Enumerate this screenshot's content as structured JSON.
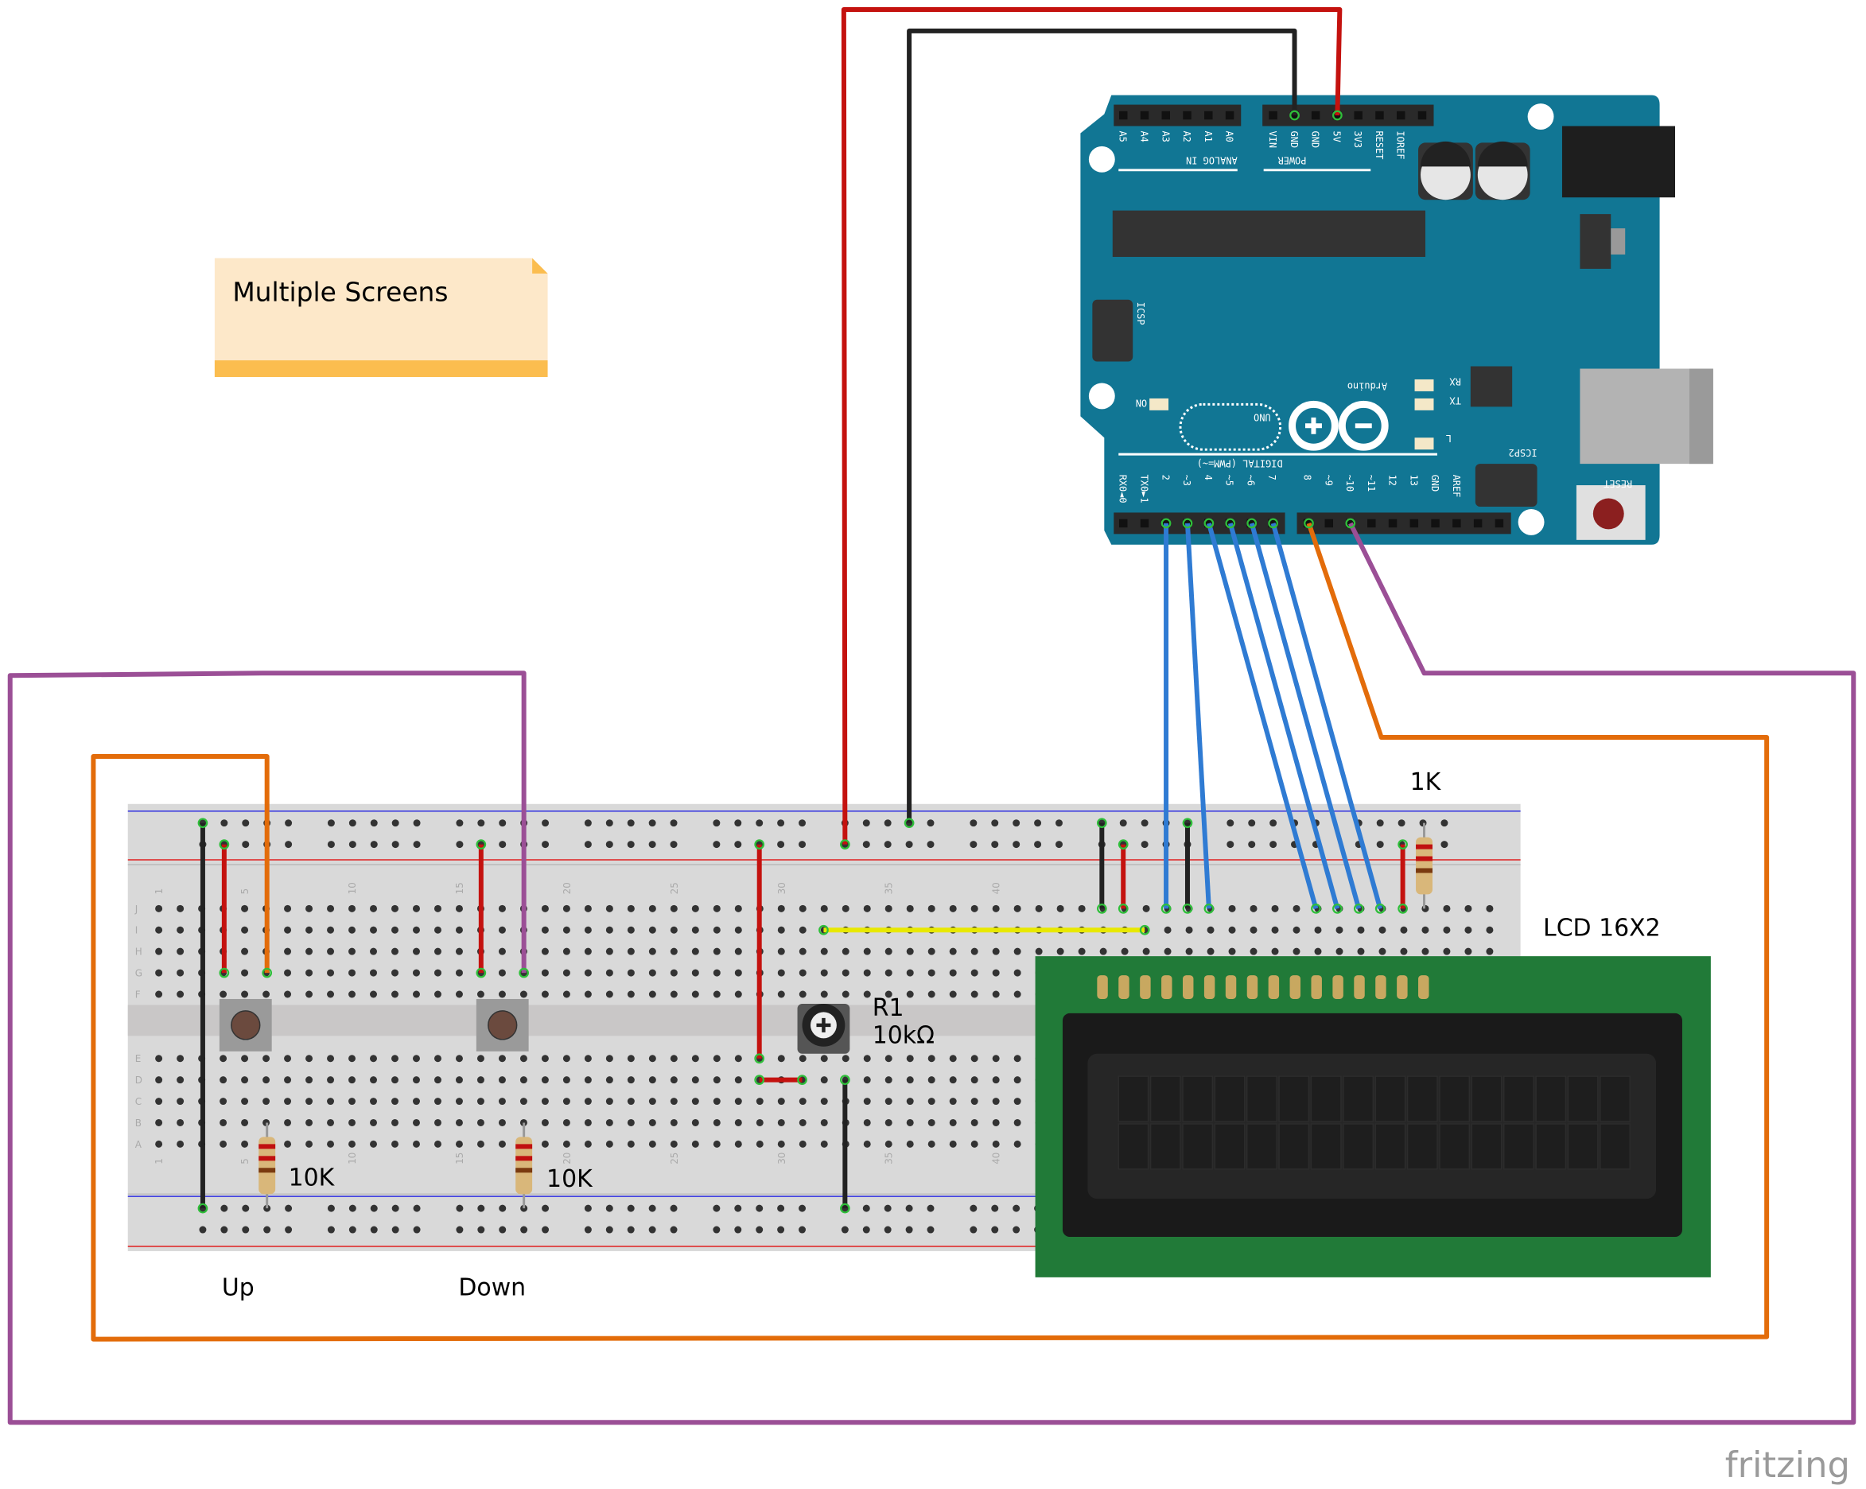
{
  "note": {
    "text": "Multiple Screens",
    "fill": "#fde8c9",
    "stripe": "#fbbd4f"
  },
  "labels": {
    "resistor_1k": "1K",
    "lcd": "LCD 16X2",
    "pot_name": "R1",
    "pot_value": "10kΩ",
    "resistor_up": "10K",
    "resistor_down": "10K",
    "button_up": "Up",
    "button_down": "Down"
  },
  "logo": "fritzing",
  "arduino": {
    "board_color": "#117694",
    "brand": "Arduino",
    "model": "UNO",
    "analog_title": "ANALOG IN",
    "power_title": "POWER",
    "digital_title": "DIGITAL (PWM=~)",
    "icsp": "ICSP",
    "icsp2": "ICSP2",
    "reset": "RESET",
    "on": "ON",
    "rx": "RX",
    "tx": "TX",
    "l": "L",
    "analog_pins": [
      "A5",
      "A4",
      "A3",
      "A2",
      "A1",
      "A0"
    ],
    "power_pins": [
      "VIN",
      "GND",
      "GND",
      "5V",
      "3V3",
      "RESET",
      "IOREF",
      ""
    ],
    "digital_pins_low": [
      "RX0◄0",
      "TX0►1",
      "2",
      "~3",
      "4",
      "~5",
      "~6",
      "7"
    ],
    "digital_pins_high": [
      "8",
      "~9",
      "~10",
      "~11",
      "12",
      "13",
      "GND",
      "AREF",
      "",
      ""
    ]
  },
  "breadboard": {
    "row_letters_top": [
      "J",
      "I",
      "H",
      "G",
      "F"
    ],
    "row_letters_bottom": [
      "E",
      "D",
      "C",
      "B",
      "A"
    ],
    "column_numbers": [
      "1",
      "5",
      "10",
      "15",
      "20",
      "25",
      "30",
      "35",
      "40"
    ]
  },
  "wire_colors": {
    "red": "#c4120f",
    "black": "#222222",
    "purple": "#9b4f96",
    "orange": "#e36c0a",
    "blue": "#2f7bd3",
    "yellow": "#e8e800"
  }
}
